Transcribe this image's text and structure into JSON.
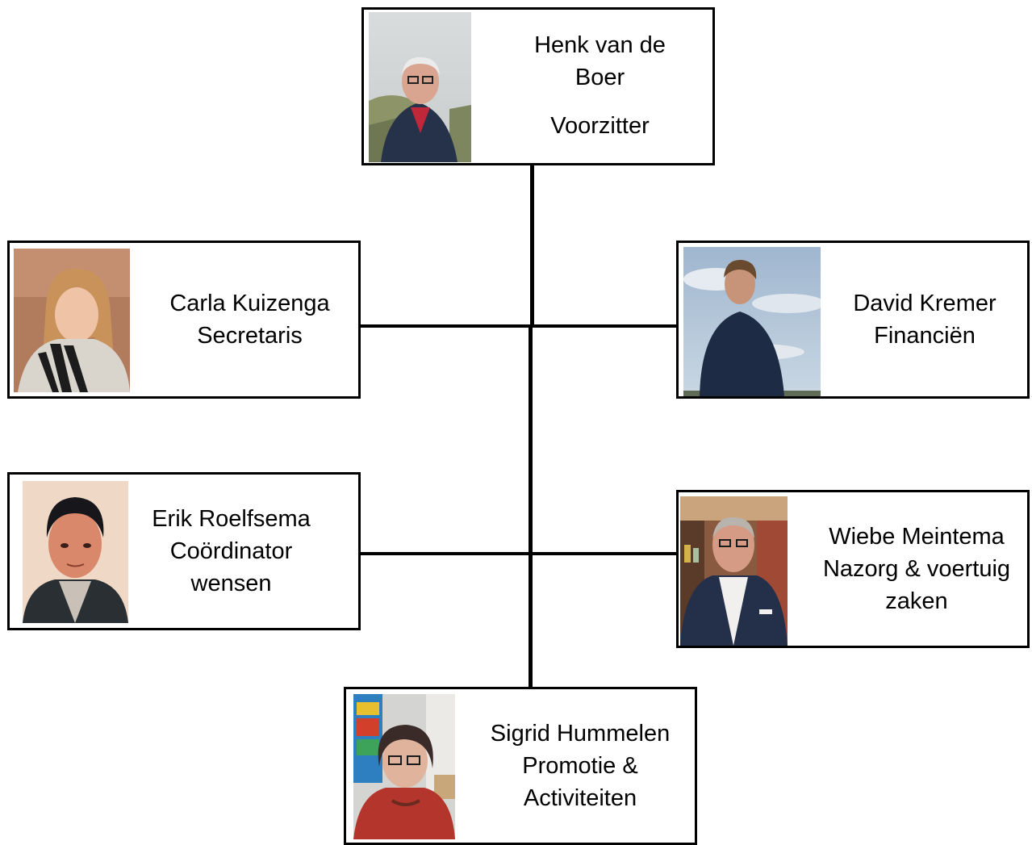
{
  "members": [
    {
      "id": "henk",
      "name_lines": [
        "Henk van de",
        "Boer"
      ],
      "role_lines": [
        "Voorzitter"
      ]
    },
    {
      "id": "carla",
      "name_lines": [
        "Carla Kuizenga"
      ],
      "role_lines": [
        "Secretaris"
      ]
    },
    {
      "id": "david",
      "name_lines": [
        "David Kremer"
      ],
      "role_lines": [
        "Financiën"
      ]
    },
    {
      "id": "erik",
      "name_lines": [
        "Erik Roelfsema"
      ],
      "role_lines": [
        "Coördinator",
        "wensen"
      ]
    },
    {
      "id": "wiebe",
      "name_lines": [
        "Wiebe Meintema"
      ],
      "role_lines": [
        "Nazorg & voertuig",
        "zaken"
      ]
    },
    {
      "id": "sigrid",
      "name_lines": [
        "Sigrid Hummelen"
      ],
      "role_lines": [
        "Promotie &",
        "Activiteiten"
      ]
    }
  ]
}
